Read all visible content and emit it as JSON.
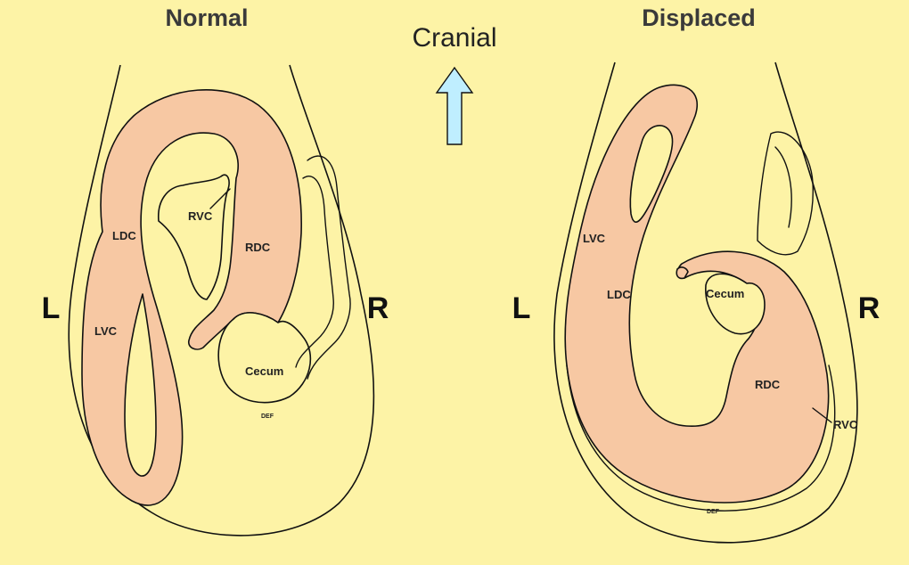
{
  "titles": {
    "normal": "Normal",
    "displaced": "Displaced"
  },
  "orientation": {
    "cranial": "Cranial",
    "left": "L",
    "right": "R"
  },
  "normal_labels": {
    "ldc": "LDC",
    "rvc": "RVC",
    "rdc": "RDC",
    "lvc": "LVC",
    "cecum": "Cecum",
    "def": "DEF"
  },
  "displaced_labels": {
    "lvc": "LVC",
    "ldc": "LDC",
    "cecum": "Cecum",
    "rdc": "RDC",
    "rvc": "RVC",
    "def": "DEF"
  },
  "colors": {
    "background": "#fdf3a6",
    "intestine": "#f7c8a3",
    "arrow": "#bfeeff"
  }
}
